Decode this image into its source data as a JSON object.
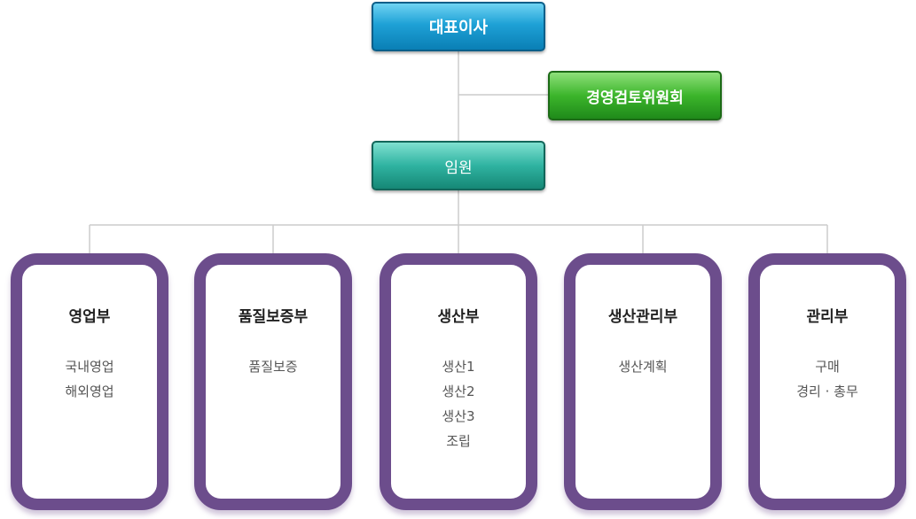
{
  "ceo": {
    "label": "대표이사"
  },
  "committee": {
    "label": "경영검토위원회"
  },
  "executive": {
    "label": "임원"
  },
  "departments": [
    {
      "title": "영업부",
      "items": [
        "국내영업",
        "해외영업"
      ]
    },
    {
      "title": "품질보증부",
      "items": [
        "품질보증"
      ]
    },
    {
      "title": "생산부",
      "items": [
        "생산1",
        "생산2",
        "생산3",
        "조립"
      ]
    },
    {
      "title": "생산관리부",
      "items": [
        "생산계획"
      ]
    },
    {
      "title": "관리부",
      "items": [
        "구매",
        "경리 · 총무"
      ]
    }
  ],
  "colors": {
    "connector": "#cccccc",
    "dept_border": "#6c4d8c",
    "ceo": "#1ea1d6",
    "committee": "#3cb52b",
    "executive": "#2fb3a1"
  }
}
